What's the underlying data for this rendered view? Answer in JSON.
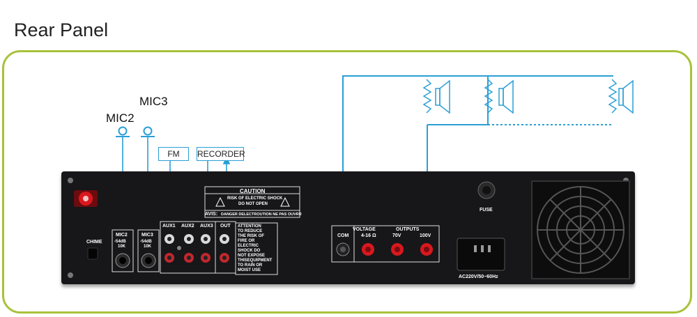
{
  "title": "Rear Panel",
  "labels": {
    "mic2": "MIC2",
    "mic3": "MIC3",
    "fm": "FM",
    "recorder": "RECORDER"
  },
  "panel": {
    "chime": "CHIME",
    "mic2": "MIC2",
    "mic2_sub1": "-54dB",
    "mic2_sub2": "10K",
    "mic3": "MIC3",
    "mic3_sub1": "-54dB",
    "mic3_sub2": "10K",
    "aux1": "AUX1",
    "aux2": "AUX2",
    "aux3": "AUX3",
    "out": "OUT",
    "caution_title": "CAUTION",
    "caution_line1": "RISK OF ELECTRIC SHOCK",
    "caution_line2": "DO NOT OPEN",
    "avis": "AVIS:",
    "avis_text": "DANGER DELECTROUTION NE PAS OUVRR",
    "attention": [
      "ATTENTION",
      "TO REDUCE",
      "THE RISK OF",
      "FIRE OR",
      "ELECTRIC",
      "SHOCK DO",
      "NOT EXPOSE",
      "THISEQUIPMENT",
      "TO RAIN OR",
      "MOIST USE"
    ],
    "voltage": "VOLTAGE",
    "outputs": "OUTPUTS",
    "com": "COM",
    "ohm": "4-16 Ω",
    "v70": "70V",
    "v100": "100V",
    "fuse": "FUSE",
    "ac": "AC220V/50~60Hz"
  },
  "colors": {
    "frame": "#a8c23a",
    "wire": "#2a9fd6",
    "device": "#17171a",
    "terminal_red": "#d8181e"
  }
}
